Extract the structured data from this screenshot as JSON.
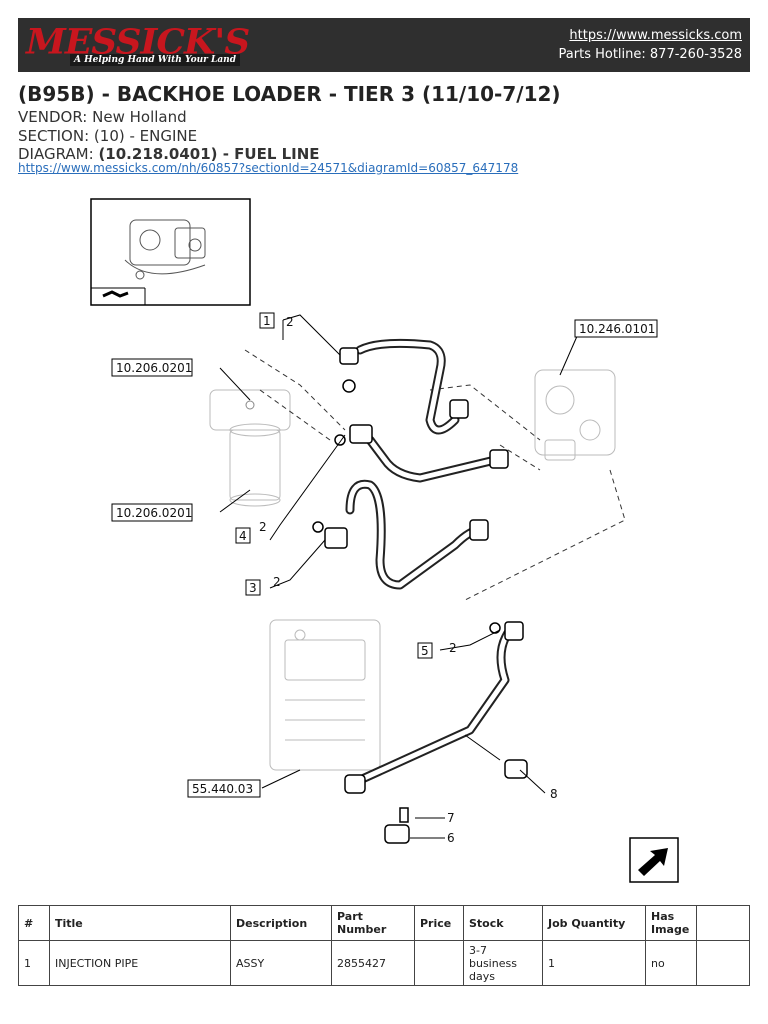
{
  "header": {
    "logo_text": "MESSICK'S",
    "logo_tagline": "A Helping Hand With Your Land",
    "site_url": "https://www.messicks.com",
    "hotline": "Parts Hotline: 877-260-3528"
  },
  "page": {
    "title": "(B95B) - BACKHOE LOADER - TIER 3 (11/10-7/12)",
    "vendor_label": "VENDOR:",
    "vendor": "New Holland",
    "section_label": "SECTION:",
    "section": "(10) - ENGINE",
    "diagram_label": "DIAGRAM:",
    "diagram": "(10.218.0401) - FUEL LINE",
    "diagram_url": "https://www.messicks.com/nh/60857?sectionId=24571&diagramId=60857_647178"
  },
  "diagram": {
    "refs": [
      "10.206.0201",
      "10.246.0101",
      "10.206.0201",
      "55.440.03"
    ],
    "callouts": [
      "1",
      "2",
      "4",
      "2",
      "3",
      "2",
      "5",
      "2",
      "7",
      "6",
      "8"
    ]
  },
  "table": {
    "headers": [
      "#",
      "Title",
      "Description",
      "Part Number",
      "Price",
      "Stock",
      "Job Quantity",
      "Has Image",
      ""
    ],
    "rows": [
      {
        "num": "1",
        "title": "INJECTION PIPE",
        "description": "ASSY",
        "part_number": "2855427",
        "price": "",
        "stock": "3-7 business days",
        "job_quantity": "1",
        "has_image": "no",
        "extra": ""
      }
    ]
  }
}
